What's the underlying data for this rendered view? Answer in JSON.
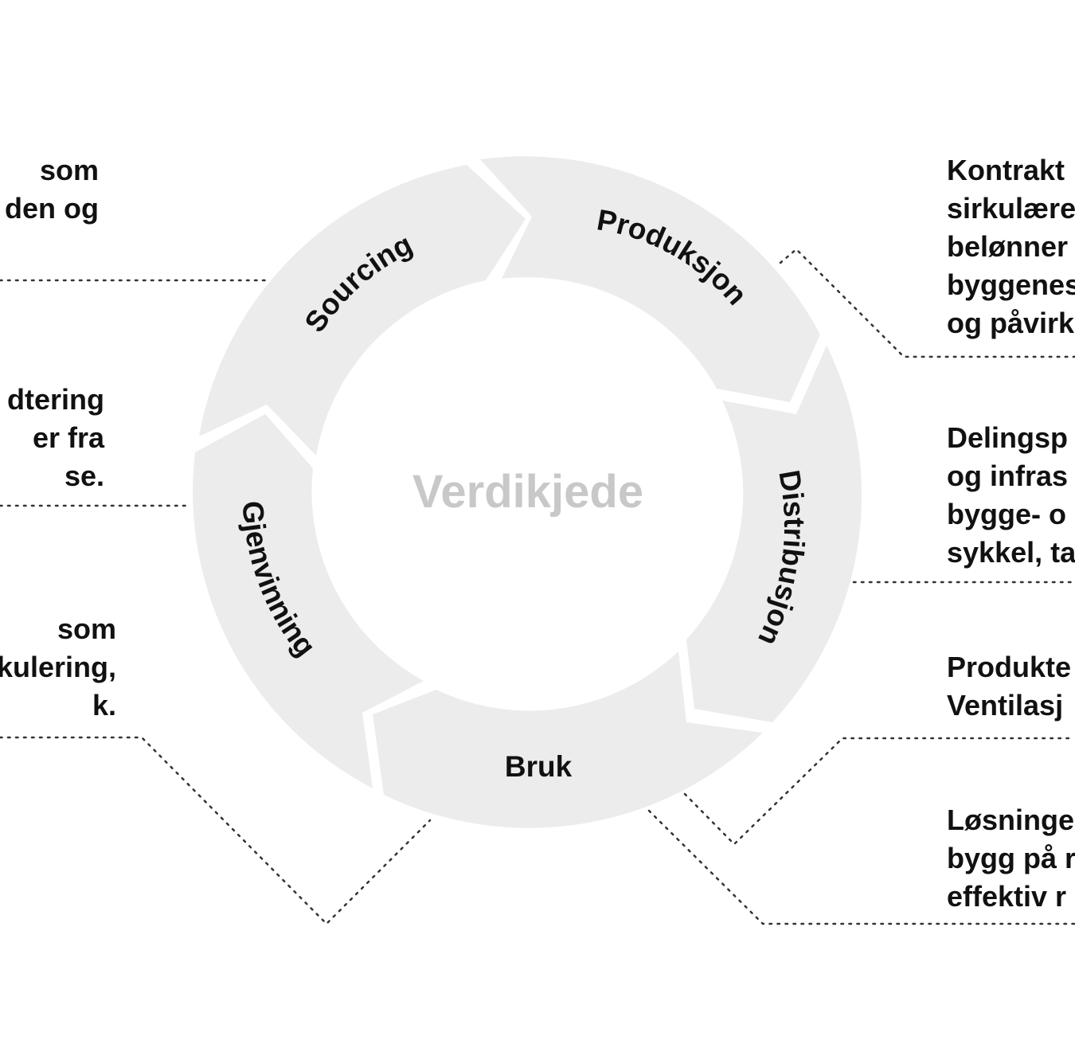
{
  "diagram": {
    "center_label": "Verdikjede",
    "segments": [
      {
        "label": "Sourcing"
      },
      {
        "label": "Produksjon"
      },
      {
        "label": "Distribusjon"
      },
      {
        "label": "Bruk"
      },
      {
        "label": "Gjenvinning"
      }
    ],
    "colors": {
      "ring": "#ececec",
      "text": "#111111",
      "center_text": "#c8c8c8",
      "leader": "#333333"
    }
  },
  "left_notes": [
    {
      "lines": [
        "som",
        "den og"
      ]
    },
    {
      "lines": [
        "dtering",
        "er fra",
        "se."
      ]
    },
    {
      "lines": [
        "som",
        "kulering,",
        "k."
      ]
    }
  ],
  "right_notes": [
    {
      "lines": [
        "Kontrakt",
        "sirkulære",
        "belønner",
        "byggenes",
        "og påvirk"
      ]
    },
    {
      "lines": [
        "Delingsp",
        "og infras",
        "bygge- o",
        "sykkel, ta"
      ]
    },
    {
      "lines": [
        "Produkte",
        "Ventilasj"
      ]
    },
    {
      "lines": [
        "Løsninge",
        "bygg på r",
        "effektiv r"
      ]
    }
  ]
}
